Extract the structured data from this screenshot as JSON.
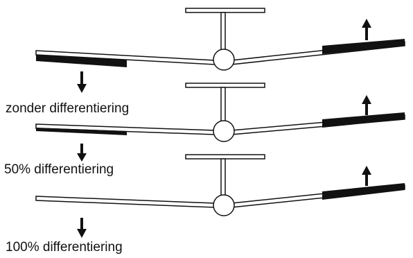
{
  "labels": {
    "no_diff": "zonder differentiering",
    "fifty": "50% differentiering",
    "hundred": "100% differentiering"
  },
  "colors": {
    "ink": "#111111",
    "background": "#ffffff"
  },
  "icons": [
    "aileron-down-arrow-icon",
    "aileron-up-arrow-icon"
  ]
}
